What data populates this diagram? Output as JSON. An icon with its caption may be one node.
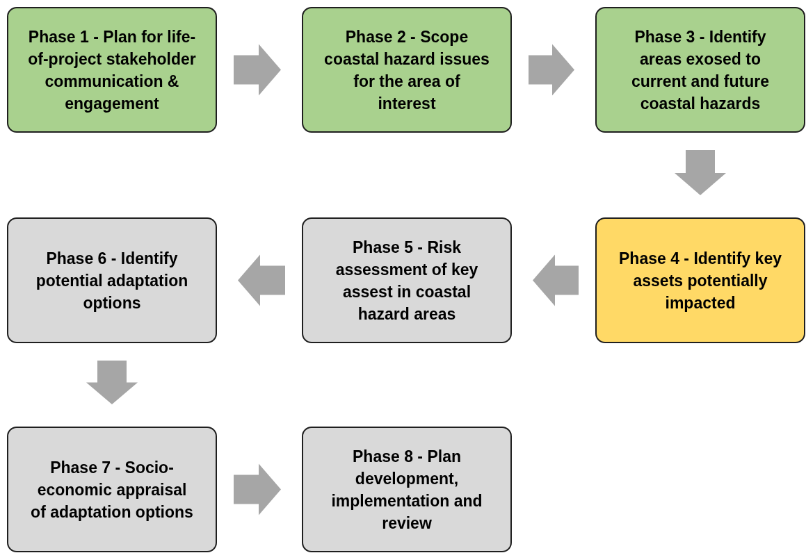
{
  "diagram": {
    "nodes": [
      {
        "text": [
          "Phase 1 - Plan for life-of-project stakeholder communication & engagement"
        ]
      },
      {
        "text": [
          "Phase 2 - Scope coastal hazard issues for the area of interest"
        ]
      },
      {
        "text": [
          "Phase 3 - Identify areas exosed to current and future coastal hazards"
        ]
      },
      {
        "text": [
          "Phase 4 - Identify key assets potentially impacted"
        ]
      },
      {
        "text": [
          "Phase 5 - Risk assessment of key assest in coastal hazard areas"
        ]
      },
      {
        "text": [
          "Phase 6 - Identify potential adaptation options"
        ]
      },
      {
        "text": [
          "Phase 7 - Socio-economic appraisal of adaptation options"
        ]
      },
      {
        "text": [
          "Phase 8 - Plan development, implementation and review"
        ]
      }
    ],
    "edges": [
      {
        "from": 0,
        "to": 1,
        "arrow": "to"
      },
      {
        "from": 1,
        "to": 2,
        "arrow": "to"
      },
      {
        "from": 2,
        "to": 3,
        "arrow": "to"
      },
      {
        "from": 3,
        "to": 4,
        "arrow": "to"
      },
      {
        "from": 4,
        "to": 5,
        "arrow": "to"
      },
      {
        "from": 5,
        "to": 6,
        "arrow": "to"
      },
      {
        "from": 6,
        "to": 7,
        "arrow": "to"
      }
    ]
  }
}
